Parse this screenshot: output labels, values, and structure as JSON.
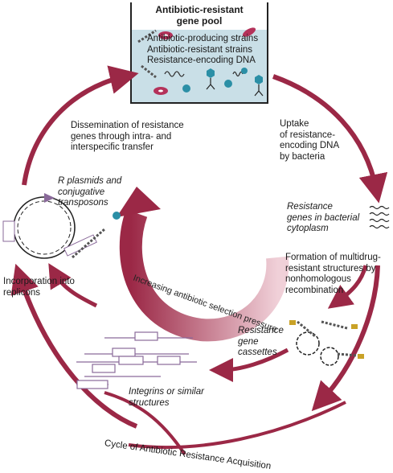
{
  "pool": {
    "title_line1": "Antibiotic-resistant",
    "title_line2": "gene pool",
    "items": [
      "Antibiotic-producing strains",
      "Antibiotic-resistant strains",
      "Resistance-encoding DNA"
    ]
  },
  "labels": {
    "dissemination": [
      "Dissemination of resistance",
      "genes through intra- and",
      "interspecific transfer"
    ],
    "uptake": [
      "Uptake",
      "of resistance-",
      "encoding DNA",
      "by bacteria"
    ],
    "r_plasmids": [
      "R plasmids and",
      "conjugative",
      "transposons"
    ],
    "resistance_genes": [
      "Resistance",
      "genes in bacterial",
      "cytoplasm"
    ],
    "formation": [
      "Formation of multidrug-",
      "resistant structures by",
      "nonhomologous",
      "recombination"
    ],
    "incorporation": [
      "Incorporation into",
      "replicons"
    ],
    "cassettes": [
      "Resistance",
      "gene",
      "cassettes"
    ],
    "integrins": [
      "Integrins or similar",
      "structures"
    ],
    "center_arrow": "Increasing antibiotic selection pressure",
    "cycle": "Cycle of Antibiotic Resistance Acquisition"
  },
  "colors": {
    "arrow": "#9b2846",
    "pool_fill": "#c9dfe7",
    "cell": "#2b8fa6",
    "bacterium": "#b4325a",
    "cassette": "#8a6a9a",
    "gene": "#c9a227"
  }
}
